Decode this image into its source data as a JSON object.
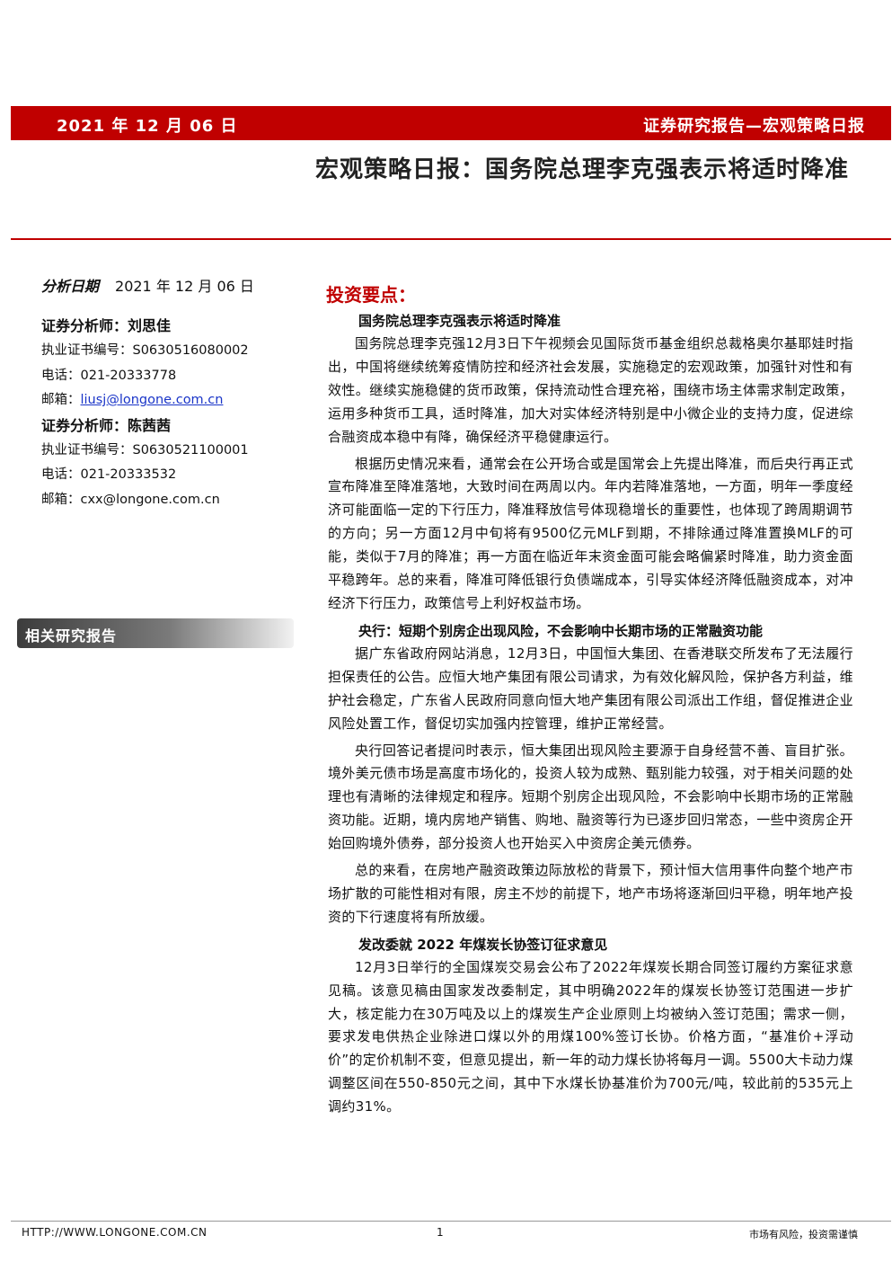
{
  "header": {
    "date": "2021 年 12 月 06 日",
    "series": "证券研究报告—宏观策略日报",
    "bar_color": "#c00000"
  },
  "title": "宏观策略日报：国务院总理李克强表示将适时降准",
  "sidebar": {
    "analysis_date_label": "分析日期",
    "analysis_date": "2021 年 12 月 06 日",
    "analysts": [
      {
        "name": "证券分析师：刘思佳",
        "license_label": "执业证书编号：",
        "license": "S0630516080002",
        "phone_label": "电话：",
        "phone": "021-20333778",
        "email_label": "邮箱：",
        "email": "liusj@longone.com.cn"
      },
      {
        "name": "证券分析师：陈茜茜",
        "license_label": "执业证书编号：",
        "license": "S0630521100001",
        "phone_label": "电话：",
        "phone": "021-20333532",
        "email_label": "邮箱：",
        "email": "cxx@longone.com.cn"
      }
    ],
    "related_reports_label": "相关研究报告"
  },
  "main": {
    "heading": "投资要点：",
    "sections": [
      {
        "title": "国务院总理李克强表示将适时降准",
        "paragraphs": [
          "国务院总理李克强12月3日下午视频会见国际货币基金组织总裁格奥尔基耶娃时指出，中国将继续统筹疫情防控和经济社会发展，实施稳定的宏观政策，加强针对性和有效性。继续实施稳健的货币政策，保持流动性合理充裕，围绕市场主体需求制定政策，运用多种货币工具，适时降准，加大对实体经济特别是中小微企业的支持力度，促进综合融资成本稳中有降，确保经济平稳健康运行。",
          "根据历史情况来看，通常会在公开场合或是国常会上先提出降准，而后央行再正式宣布降准至降准落地，大致时间在两周以内。年内若降准落地，一方面，明年一季度经济可能面临一定的下行压力，降准释放信号体现稳增长的重要性，也体现了跨周期调节的方向；另一方面12月中旬将有9500亿元MLF到期，不排除通过降准置换MLF的可能，类似于7月的降准；再一方面在临近年末资金面可能会略偏紧时降准，助力资金面平稳跨年。总的来看，降准可降低银行负债端成本，引导实体经济降低融资成本，对冲经济下行压力，政策信号上利好权益市场。"
        ]
      },
      {
        "title": "央行：短期个别房企出现风险，不会影响中长期市场的正常融资功能",
        "paragraphs": [
          "据广东省政府网站消息，12月3日，中国恒大集团、在香港联交所发布了无法履行担保责任的公告。应恒大地产集团有限公司请求，为有效化解风险，保护各方利益，维护社会稳定，广东省人民政府同意向恒大地产集团有限公司派出工作组，督促推进企业风险处置工作，督促切实加强内控管理，维护正常经营。",
          "央行回答记者提问时表示，恒大集团出现风险主要源于自身经营不善、盲目扩张。境外美元债市场是高度市场化的，投资人较为成熟、甄别能力较强，对于相关问题的处理也有清晰的法律规定和程序。短期个别房企出现风险，不会影响中长期市场的正常融资功能。近期，境内房地产销售、购地、融资等行为已逐步回归常态，一些中资房企开始回购境外债券，部分投资人也开始买入中资房企美元债券。",
          "总的来看，在房地产融资政策边际放松的背景下，预计恒大信用事件向整个地产市场扩散的可能性相对有限，房主不炒的前提下，地产市场将逐渐回归平稳，明年地产投资的下行速度将有所放缓。"
        ]
      },
      {
        "title": "发改委就 2022 年煤炭长协签订征求意见",
        "paragraphs": [
          "12月3日举行的全国煤炭交易会公布了2022年煤炭长期合同签订履约方案征求意见稿。该意见稿由国家发改委制定，其中明确2022年的煤炭长协签订范围进一步扩大，核定能力在30万吨及以上的煤炭生产企业原则上均被纳入签订范围；需求一侧，要求发电供热企业除进口煤以外的用煤100%签订长协。价格方面，“基准价+浮动价”的定价机制不变，但意见提出，新一年的动力煤长协将每月一调。5500大卡动力煤调整区间在550-850元之间，其中下水煤长协基准价为700元/吨，较此前的535元上调约31%。"
        ]
      }
    ]
  },
  "footer": {
    "url": "HTTP://WWW.LONGONE.COM.CN",
    "page": "1",
    "disclaimer": "市场有风险，投资需谨慎"
  }
}
